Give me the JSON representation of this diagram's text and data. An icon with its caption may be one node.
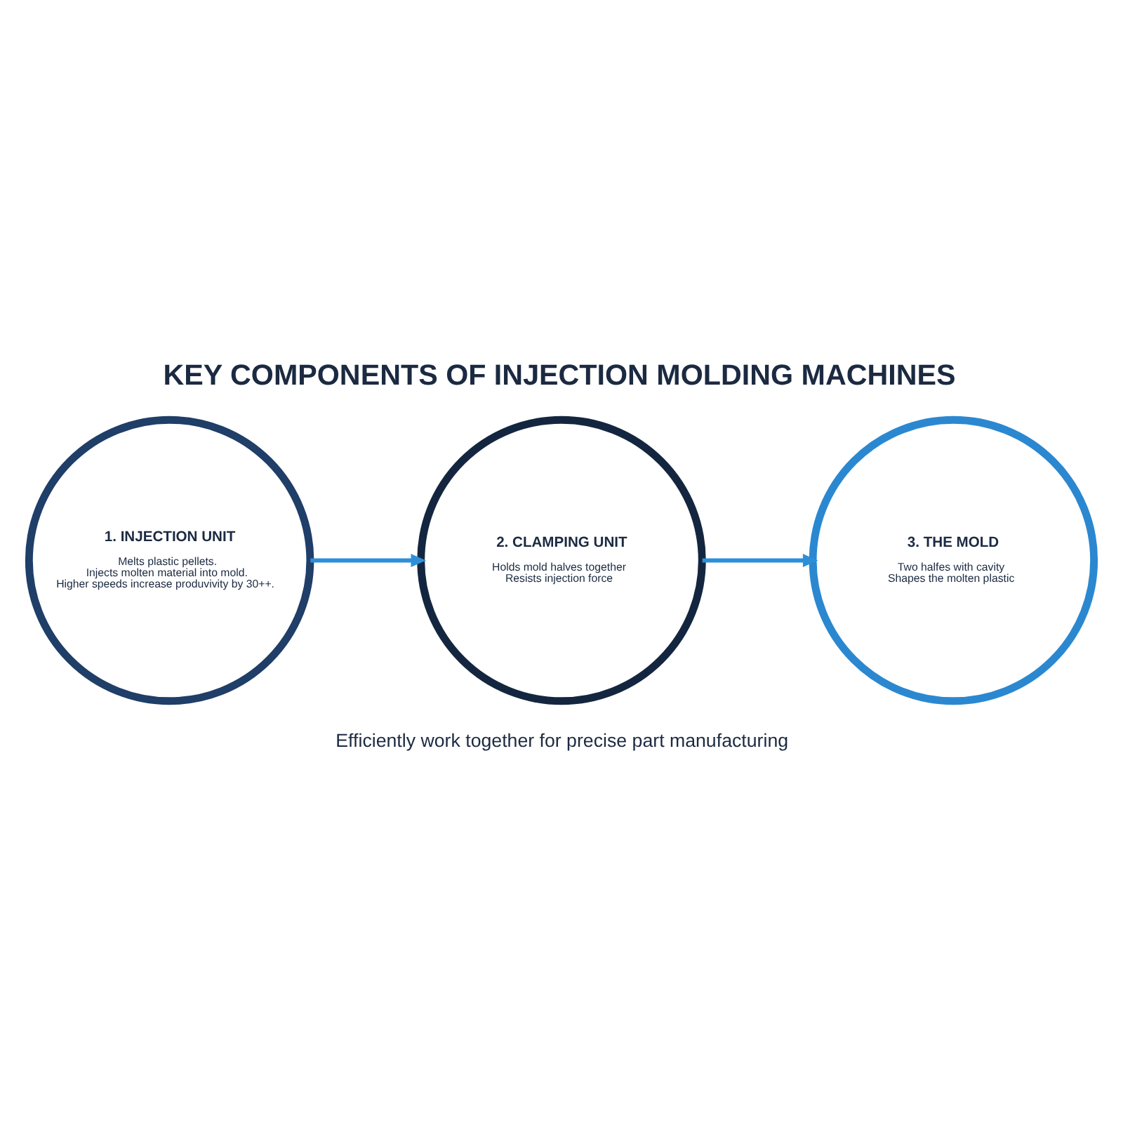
{
  "diagram": {
    "title": "KEY COMPONENTS OF INJECTION MOLDING MACHINES",
    "caption": "Efficiently work together for precise part manufacturing",
    "nodes": [
      {
        "text": [
          "1. INJECTION UNIT",
          "Melts plastic pellets.",
          "Injects molten material into mold.",
          "Higher speeds increase produvivity by 30++."
        ]
      },
      {
        "text": [
          "2. CLAMPING UNIT",
          "Holds mold halves together",
          "Resists injection force"
        ]
      },
      {
        "text": [
          "3. THE MOLD",
          "Two halfes with cavity",
          "Shapes the molten plastic"
        ]
      }
    ],
    "edges": [
      {
        "from": 0,
        "to": 1,
        "arrow": "to"
      },
      {
        "from": 1,
        "to": 2,
        "arrow": "to"
      }
    ]
  }
}
